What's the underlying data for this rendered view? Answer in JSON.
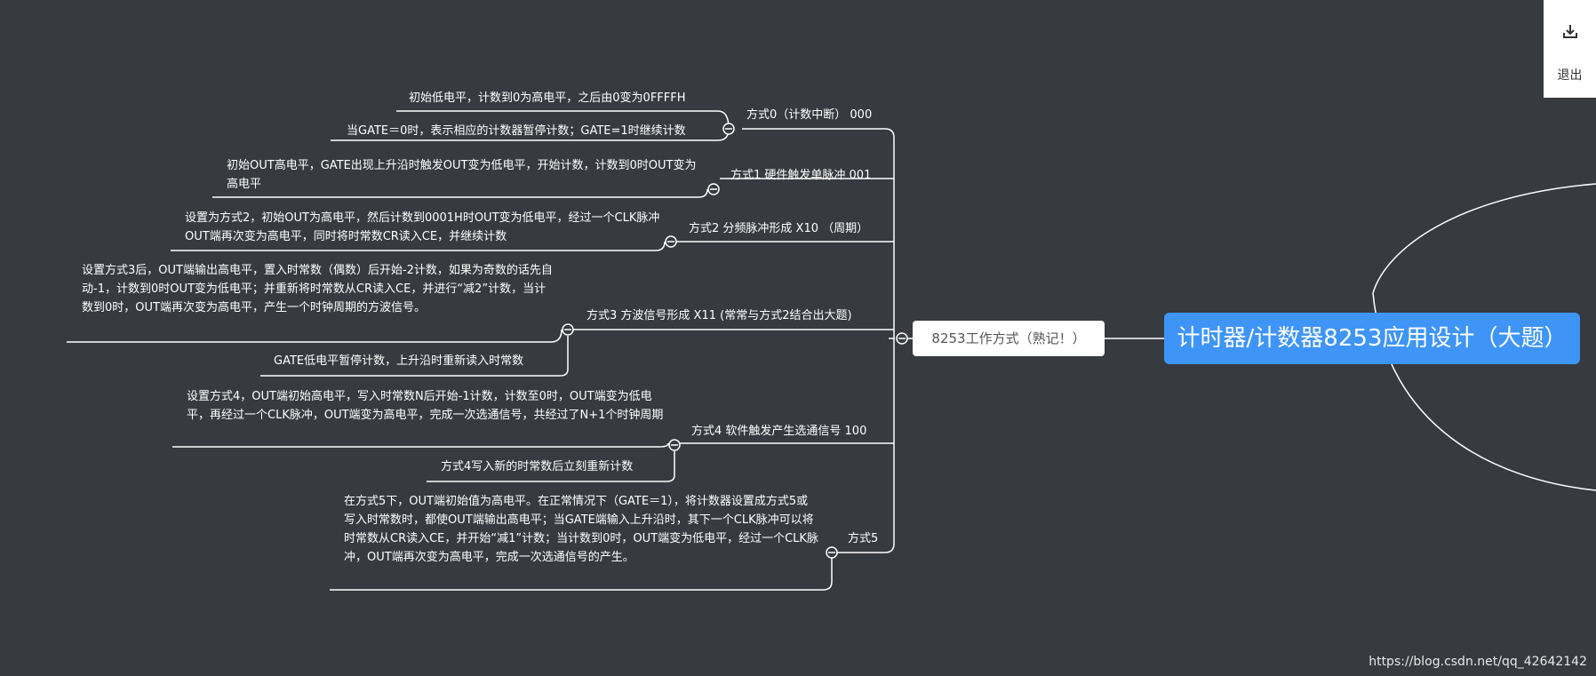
{
  "root": "计时器/计数器8253应用设计（大题）",
  "branch": "8253工作方式（熟记！）",
  "modes": [
    {
      "label": "方式0（计数中断） 000",
      "details": [
        "初始低电平，计数到0为高电平，之后由0变为0FFFFH",
        "当GATE＝0时，表示相应的计数器暂停计数；GATE=1时继续计数"
      ]
    },
    {
      "label": "方式1 硬件触发单脉冲 001",
      "details": [
        "初始OUT高电平，GATE出现上升沿时触发OUT变为低电平，开始计数，计数到0时OUT变为高电平"
      ]
    },
    {
      "label": "方式2 分频脉冲形成 X10 （周期）",
      "details": [
        "设置为方式2，初始OUT为高电平，然后计数到0001H时OUT变为低电平，经过一个CLK脉冲OUT端再次变为高电平，同时将时常数CR读入CE，并继续计数"
      ]
    },
    {
      "label": "方式3 方波信号形成 X11 (常常与方式2结合出大题)",
      "details": [
        "设置方式3后，OUT端输出高电平，置入时常数（偶数）后开始-2计数，如果为奇数的话先自动-1，计数到0时OUT变为低电平；并重新将时常数从CR读入CE，并进行“减2”计数，当计数到0时，OUT端再次变为高电平，产生一个时钟周期的方波信号。",
        "GATE低电平暂停计数，上升沿时重新读入时常数"
      ]
    },
    {
      "label": "方式4 软件触发产生选通信号 100",
      "details": [
        "设置方式4，OUT端初始高电平，写入时常数N后开始-1计数，计数至0时，OUT端变为低电平，再经过一个CLK脉冲，OUT端变为高电平，完成一次选通信号，共经过了N+1个时钟周期",
        "方式4写入新的时常数后立刻重新计数"
      ]
    },
    {
      "label": "方式5",
      "details": [
        "在方式5下，OUT端初始值为高电平。在正常情况下（GATE＝1），将计数器设置成方式5或写入时常数时，都使OUT端输出高电平；当GATE端输入上升沿时，其下一个CLK脉冲可以将时常数从CR读入CE，并开始“减1”计数；当计数到0时，OUT端变为低电平，经过一个CLK脉冲，OUT端再次变为高电平，完成一次选通信号的产生。"
      ]
    }
  ],
  "toolbar": {
    "download_icon": "download-icon",
    "exit_label": "退出"
  },
  "watermark": "https://blog.csdn.net/qq_42642142",
  "colors": {
    "background": "#373a3f",
    "root": "#3f95f7",
    "lines": "#ffffff"
  }
}
